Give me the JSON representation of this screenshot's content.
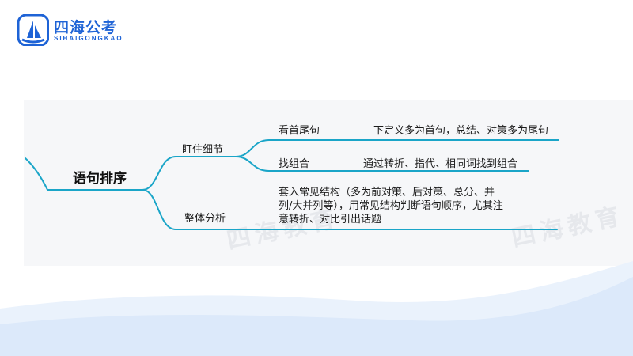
{
  "logo": {
    "cn_text": "四海公考",
    "en_text": "SIHAIGONGKAO",
    "brand_color": "#1e63d6"
  },
  "mindmap": {
    "root": "语句排序",
    "branches": [
      {
        "label": "盯住细节",
        "leaves": [
          {
            "label": "看首尾句",
            "detail": "下定义多为首句，总结、对策多为尾句"
          },
          {
            "label": "找组合",
            "detail": "通过转折、指代、相同词找到组合"
          }
        ]
      },
      {
        "label": "整体分析",
        "leaves": [
          {
            "detail": "套入常见结构（多为前对策、后对策、总分、并列/大并列等），用常见结构判断语句顺序，尤其注意转折、对比引出话题"
          }
        ]
      }
    ],
    "line_color": "#1aa5c8"
  },
  "watermark": {
    "text": "四海教育"
  },
  "colors": {
    "wave_light": "#e6f0fb",
    "wave_dark": "#cfe0f7"
  }
}
